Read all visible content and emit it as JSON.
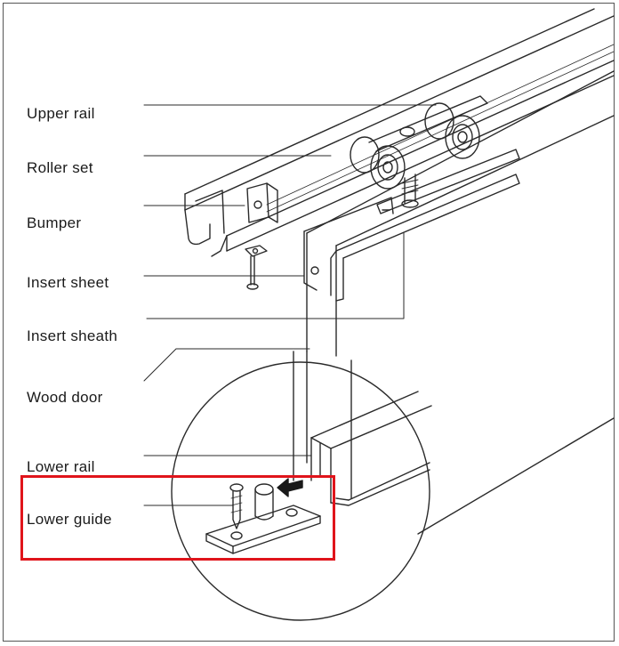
{
  "labels": {
    "upper_rail": "Upper rail",
    "roller_set": "Roller set",
    "bumper": "Bumper",
    "insert_sheet": "Insert sheet",
    "insert_sheath": "Insert sheath",
    "wood_door": "Wood door",
    "lower_rail": "Lower rail",
    "lower_guide": "Lower guide"
  },
  "colors": {
    "line": "#2a2a2a",
    "highlight": "#e0141b",
    "background": "#ffffff"
  }
}
